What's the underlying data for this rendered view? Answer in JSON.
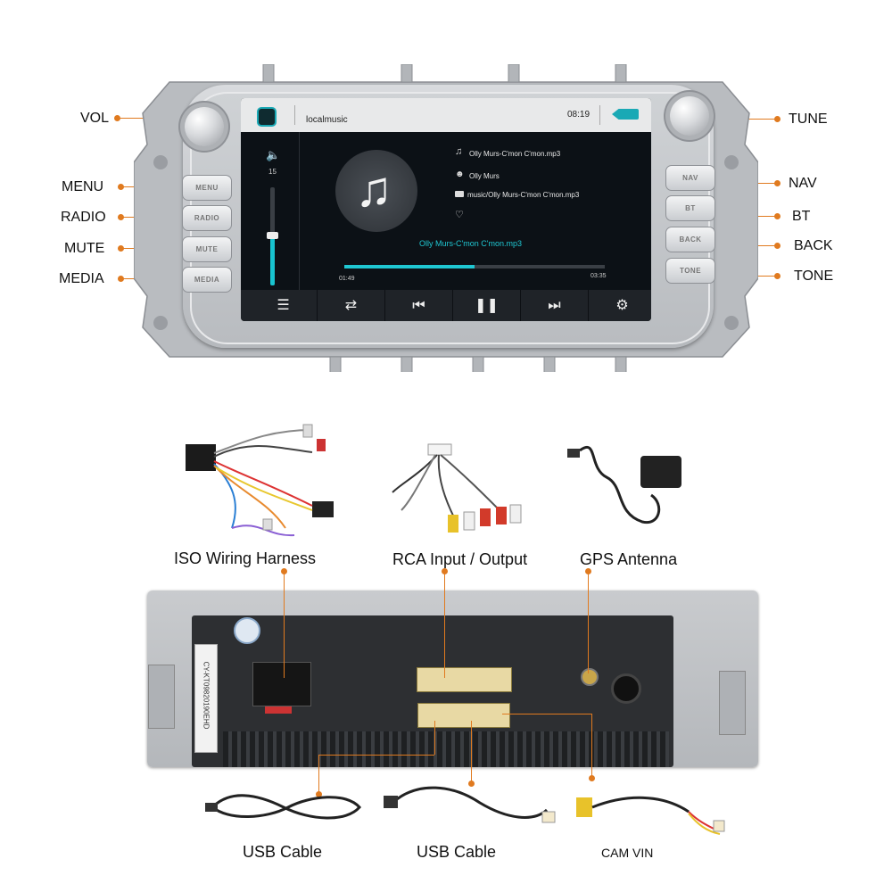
{
  "callouts_left": [
    "VOL",
    "MENU",
    "RADIO",
    "MUTE",
    "MEDIA"
  ],
  "callouts_right": [
    "TUNE",
    "NAV",
    "BT",
    "BACK",
    "TONE"
  ],
  "buttons_left": [
    "MENU",
    "RADIO",
    "MUTE",
    "MEDIA"
  ],
  "buttons_right": [
    "NAV",
    "BT",
    "BACK",
    "TONE"
  ],
  "screen": {
    "source": "localmusic",
    "time": "08:19",
    "volume": "15",
    "track_file": "Olly Murs-C'mon C'mon.mp3",
    "artist": "Olly Murs",
    "path": "music/Olly Murs-C'mon C'mon.mp3",
    "now_playing": "Olly Murs-C'mon C'mon.mp3",
    "elapsed": "01:49",
    "duration": "03:35",
    "progress": 0.5
  },
  "accessories_top": [
    "ISO Wiring Harness",
    "RCA Input / Output",
    "GPS Antenna"
  ],
  "accessories_bottom": [
    "USB Cable",
    "USB Cable",
    "CAM VIN"
  ],
  "back_label": "CY-KT09820190EHD",
  "accent_color": "#e07a1f"
}
